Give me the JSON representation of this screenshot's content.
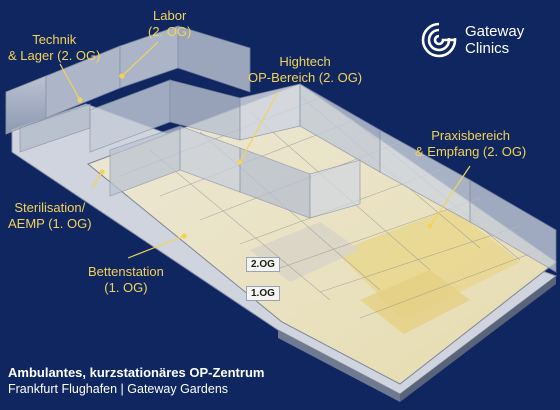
{
  "brand": {
    "name_line1": "Gateway",
    "name_line2": "Clinics"
  },
  "labels": {
    "technik": [
      "Technik",
      "& Lager (2. OG)"
    ],
    "labor": [
      "Labor",
      "(2. OG)"
    ],
    "hightech": [
      "Hightech",
      "OP-Bereich (2. OG)"
    ],
    "praxis": [
      "Praxisbereich",
      "& Empfang (2. OG)"
    ],
    "sterilisation": [
      "Sterilisation/",
      "AEMP (1. OG)"
    ],
    "betten": [
      "Bettenstation",
      "(1. OG)"
    ]
  },
  "floor_tags": {
    "upper": "2.OG",
    "lower": "1.OG"
  },
  "footer": {
    "title": "Ambulantes, kurzstationäres OP-Zentrum",
    "subtitle": "Frankfurt Flughafen | Gateway Gardens"
  },
  "colors": {
    "background": "#0f2660",
    "label": "#f2d35a",
    "leader": "#f2d35a"
  }
}
